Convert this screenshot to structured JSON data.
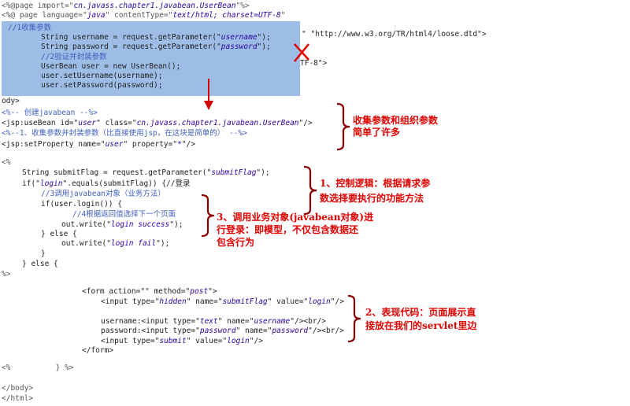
{
  "code": {
    "bg_lines": [
      "<%@page import=\"cn.javass.chapter1.javabean.UserBean\"%>",
      "<%@ page language=\"java\" contentType=\"text/html; charset=UTF-8\"",
      "\" \"http://www.w3.org/TR/html4/loose.dtd\">",
      "TF-8\">",
      "ody>"
    ],
    "overlay": [
      "//1收集参数",
      "String username = request.getParameter(\"username\");",
      "String password = request.getParameter(\"password\");",
      "//2验证并封装参数",
      "UserBean user = new UserBean();",
      "user.setUsername(username);",
      "user.setPassword(password);"
    ],
    "lines": [
      "<%-- 创建javabean --%>",
      "<jsp:useBean id=\"user\" class=\"cn.javass.chapter1.javabean.UserBean\"/>",
      "<%--1、收集参数并封装参数（比直接使用jsp，在这块是简单的） --%>",
      "<jsp:setProperty name=\"user\" property=\"*\"/>",
      "<%",
      "String submitFlag = request.getParameter(\"submitFlag\");",
      "if(\"login\".equals(submitFlag)) {//登录",
      "//3调用javabean对象（业务方法）",
      "if(user.login()) {",
      "//4根据返回值选择下一个页面",
      "out.write(\"login success\");",
      "} else {",
      "out.write(\"login fail\");",
      "}",
      "} else {",
      "%>",
      "<form action=\"\" method=\"post\">",
      "<input type=\"hidden\" name=\"submitFlag\" value=\"login\"/>",
      "username:<input type=\"text\" name=\"username\"/><br/>",
      "password:<input type=\"password\" name=\"password\"/><br/>",
      "<input type=\"submit\" value=\"login\"/>",
      "</form>",
      "<%          } %>",
      "</body>",
      "</html>"
    ]
  },
  "annotations": {
    "a1": [
      "收集参数和组织参数",
      "简单了许多"
    ],
    "a2": [
      "1、控制逻辑：根据请求参",
      "数选择要执行的功能方法"
    ],
    "a3": [
      "3、调用业务对象(javabean对象)进",
      "行登录：即模型，不仅包含数据还",
      "包含行为"
    ],
    "a4": [
      "2、表现代码：页面展示直",
      "接放在我们的servlet里边"
    ]
  },
  "colors": {
    "annotation": "#e00000",
    "overlay": "#9dbde6"
  }
}
